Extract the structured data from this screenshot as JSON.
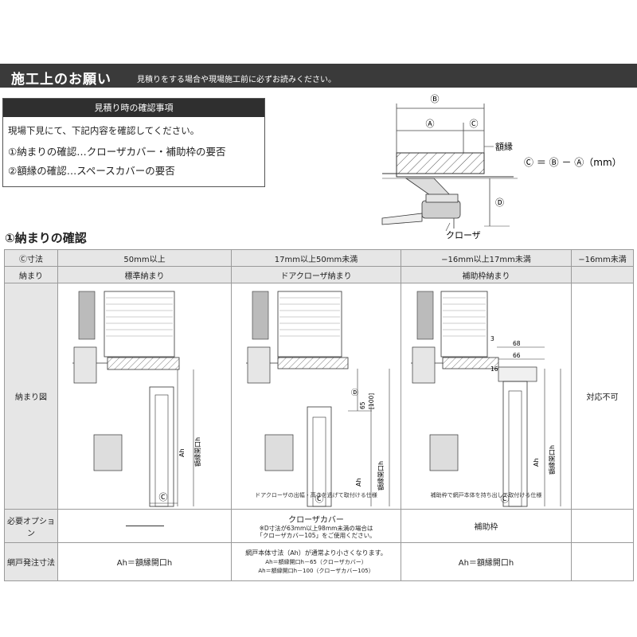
{
  "header": {
    "title": "施工上のお願い",
    "subtitle": "見積りをする場合や現場施工前に必ずお読みください。"
  },
  "confirm_box": {
    "title": "見積り時の確認事項",
    "lines": [
      "現場下見にて、下記内容を確認してください。",
      "①納まりの確認…クローザカバー・補助枠の要否",
      "②額縁の確認…スペースカバーの要否"
    ]
  },
  "top_diagram": {
    "label_b": "Ⓑ",
    "label_a": "Ⓐ",
    "label_c": "Ⓒ",
    "label_d": "Ⓓ",
    "label_gakubuchi": "額縁",
    "label_closer": "クローザ",
    "formula": "Ⓒ ＝ Ⓑ － Ⓐ（mm）"
  },
  "section_title": "①納まりの確認",
  "table": {
    "row_labels": {
      "c_dim": "Ⓒ寸法",
      "osamari": "納まり",
      "diagram": "納まり図",
      "option": "必要オプション",
      "order": "網戸発注寸法"
    },
    "columns": [
      {
        "range": "50mm以上",
        "type": "標準納まり",
        "note": "",
        "option": "",
        "order": "Ah＝額縁開口h"
      },
      {
        "range": "17mm以上50mm未満",
        "type": "ドアクローザ納まり",
        "note": "ドアクローザの出幅・高さを逃げて取付ける仕様",
        "option": "クローザカバー",
        "option_sub1": "※D寸法が63mm以上98mm未満の場合は",
        "option_sub2": "「クローザカバー105」をご使用ください。",
        "order": "網戸本体寸法（Ah）が通常より小さくなります。",
        "order_sub1": "Ah＝額縁開口h－65（クローザカバー）",
        "order_sub2": "Ah＝額縁開口h－100（クローザカバー105）"
      },
      {
        "range": "−16mm以上17mm未満",
        "type": "補助枠納まり",
        "note": "補助枠で網戸本体を持ち出して取付ける仕様",
        "option": "補助枠",
        "order": "Ah＝額縁開口h"
      },
      {
        "range": "−16mm未満",
        "type": "",
        "note": "",
        "diagram_text": "対応不可",
        "option": "",
        "order": ""
      }
    ]
  },
  "diagram_labels": {
    "ah": "Ah",
    "gakubuchi_h": "額縁開口h",
    "c": "Ⓒ",
    "d": "Ⓓ",
    "dim65": "65",
    "dim100": "[100]",
    "dim3": "3",
    "dim68": "68",
    "dim66": "66",
    "dim16": "16"
  }
}
